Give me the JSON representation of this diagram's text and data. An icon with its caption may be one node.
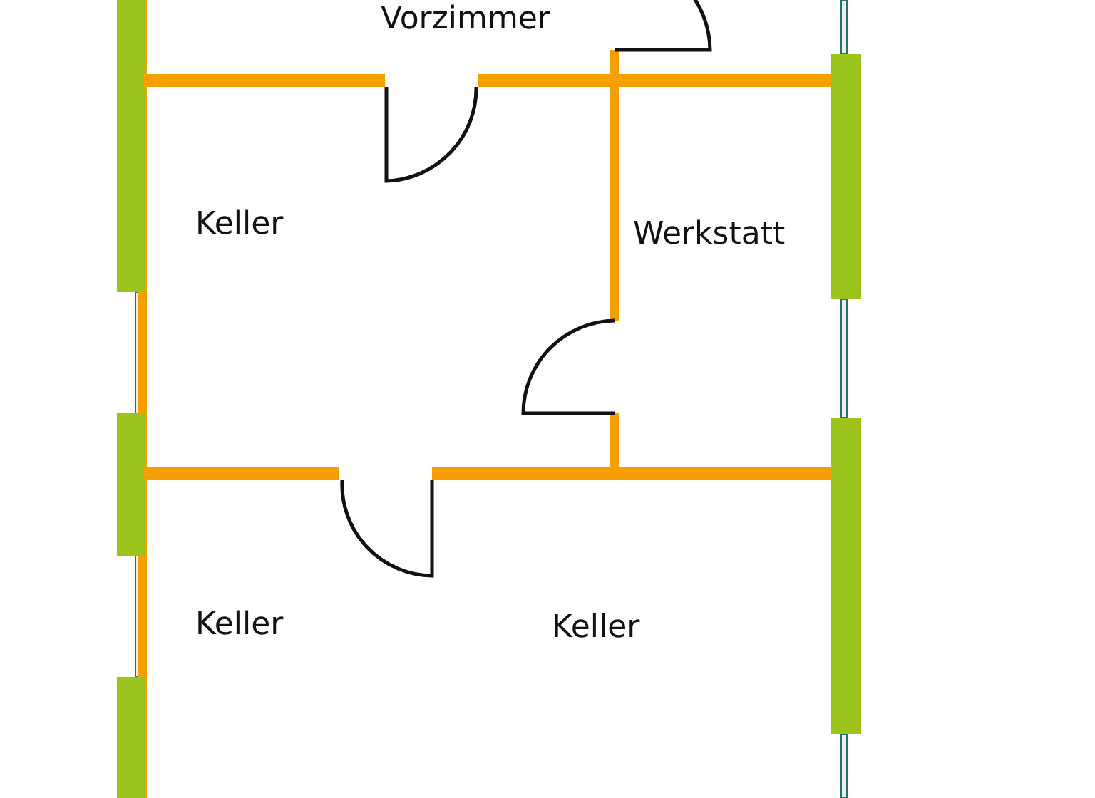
{
  "diagram": {
    "labels": [
      "Vorzimmer",
      "Keller",
      "Werkstatt",
      "Keller",
      "Keller"
    ]
  }
}
